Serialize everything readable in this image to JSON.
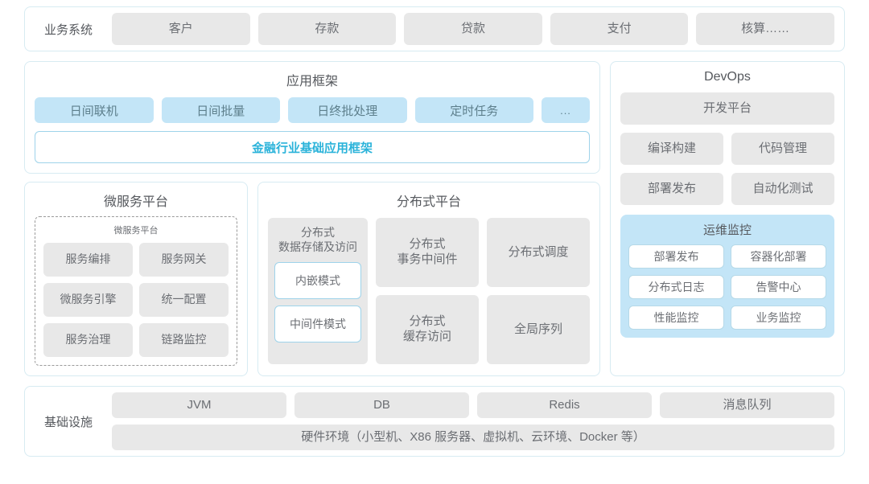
{
  "business_row": {
    "label": "业务系统",
    "items": [
      "客户",
      "存款",
      "贷款",
      "支付",
      "核算……"
    ]
  },
  "app_framework": {
    "title": "应用框架",
    "items": [
      "日间联机",
      "日间批量",
      "日终批处理",
      "定时任务"
    ],
    "more": "...",
    "base_label": "金融行业基础应用框架",
    "accent_color": "#2bb3da"
  },
  "microservice": {
    "title": "微服务平台",
    "inner_title": "微服务平台",
    "items": [
      "服务编排",
      "服务网关",
      "微服务引擎",
      "统一配置",
      "服务治理",
      "链路监控"
    ]
  },
  "distributed": {
    "title": "分布式平台",
    "storage": {
      "title": "分布式\n数据存储及访问",
      "modes": [
        "内嵌模式",
        "中间件模式"
      ]
    },
    "column_b": [
      "分布式\n事务中间件",
      "分布式\n缓存访问"
    ],
    "column_c": [
      "分布式调度",
      "全局序列"
    ]
  },
  "devops": {
    "title": "DevOps",
    "platform": "开发平台",
    "items": [
      "编译构建",
      "代码管理",
      "部署发布",
      "自动化测试"
    ],
    "ops": {
      "title": "运维监控",
      "items": [
        "部署发布",
        "容器化部署",
        "分布式日志",
        "告警中心",
        "性能监控",
        "业务监控"
      ]
    }
  },
  "infrastructure": {
    "label": "基础设施",
    "items": [
      "JVM",
      "DB",
      "Redis",
      "消息队列"
    ],
    "hardware": "硬件环境（小型机、X86 服务器、虚拟机、云环境、Docker 等）"
  }
}
